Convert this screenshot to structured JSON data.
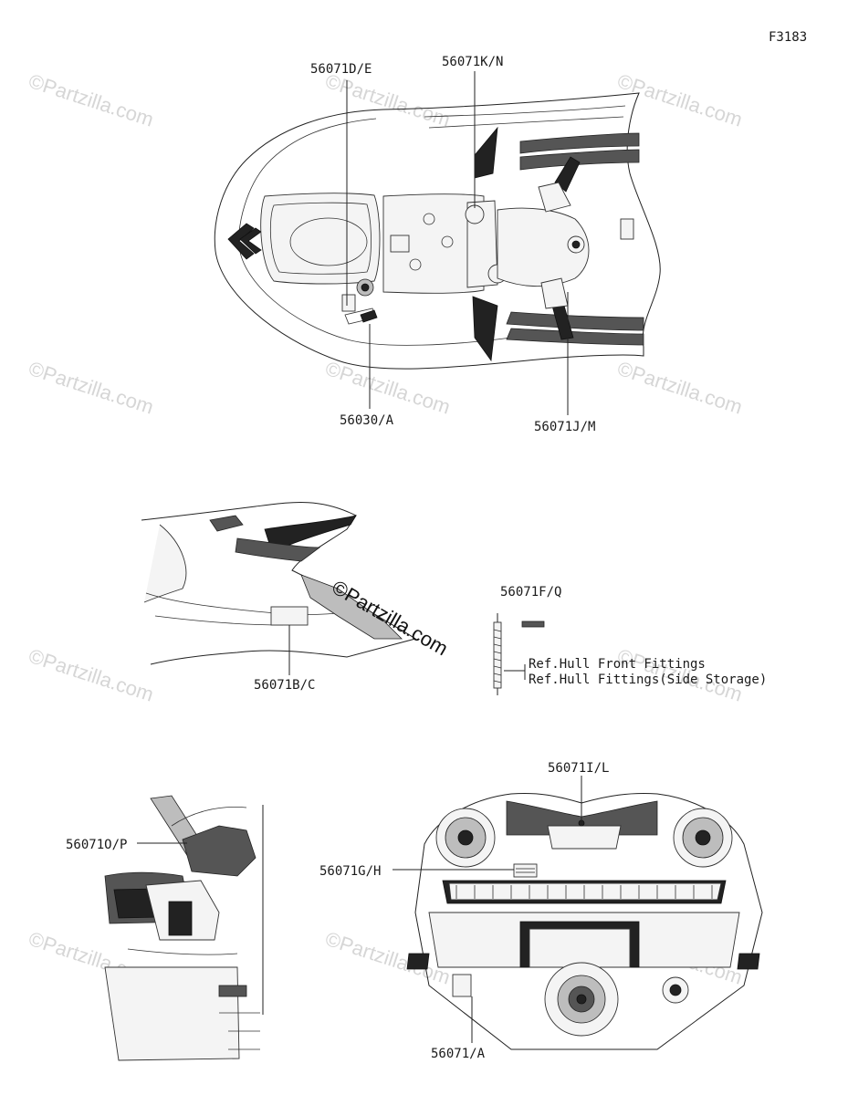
{
  "figure_code": "F3183",
  "watermark": "©Partzilla.com",
  "parts": {
    "p56071DE": "56071D/E",
    "p56071KN": "56071K/N",
    "p56030A": "56030/A",
    "p56071JM": "56071J/M",
    "p56071BC": "56071B/C",
    "p56071FQ": "56071F/Q",
    "p56071OP": "56071O/P",
    "p56071IL": "56071I/L",
    "p56071GH": "56071G/H",
    "p56071A": "56071/A"
  },
  "references": [
    "Ref.Hull Front Fittings",
    "Ref.Hull Fittings(Side Storage)"
  ]
}
